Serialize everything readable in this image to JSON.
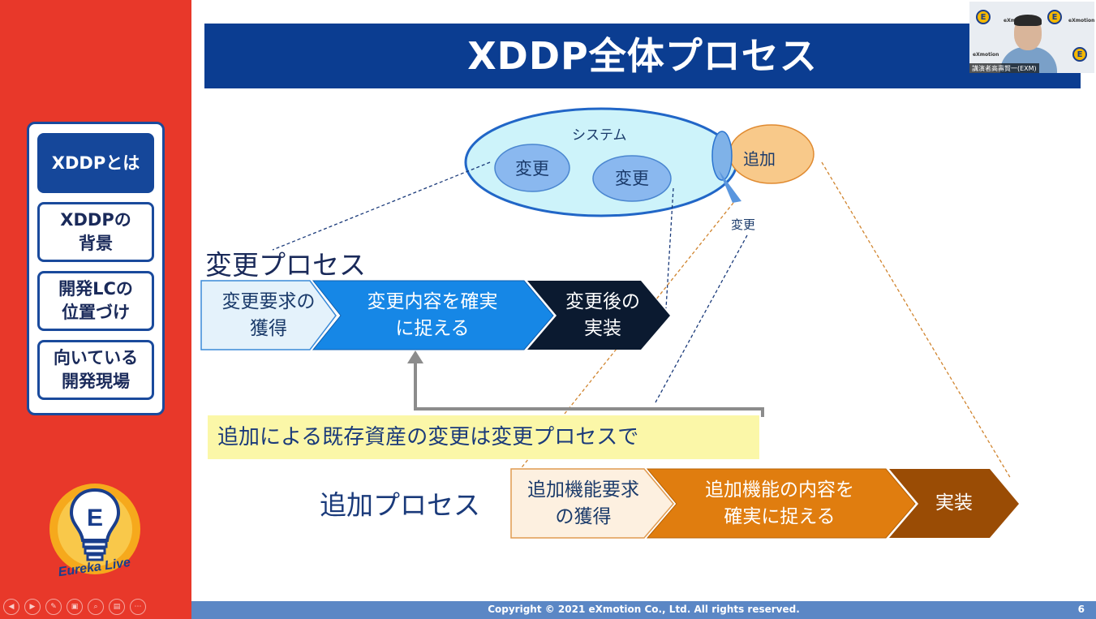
{
  "sidebar": {
    "items": [
      {
        "label": "XDDPとは",
        "active": true
      },
      {
        "label": "XDDPの\n背景",
        "active": false
      },
      {
        "label": "開発LCの\n位置づけ",
        "active": false
      },
      {
        "label": "向いている\n開発現場",
        "active": false
      }
    ],
    "logo_letter": "E",
    "logo_text": "Eureka Live",
    "controls": [
      "◀",
      "▶",
      "✎",
      "▣",
      "⌕",
      "▤",
      "⋯"
    ]
  },
  "slide": {
    "title": "XDDP全体プロセス",
    "system_label": "システム",
    "change_bubble_1": "変更",
    "change_bubble_2": "変更",
    "add_label": "追加",
    "change_small_label": "変更",
    "change_process_heading": "変更プロセス",
    "change_steps": [
      "変更要求の\n獲得",
      "変更内容を確実\nに捉える",
      "変更後の\n実装"
    ],
    "note": "追加による既存資産の変更は変更プロセスで",
    "add_process_heading": "追加プロセス",
    "add_steps": [
      "追加機能要求\nの獲得",
      "追加機能の内容を\n確実に捉える",
      "実装"
    ]
  },
  "video": {
    "speaker_label": "講演者高壽賢一(EXM)",
    "brand": "eXmotion"
  },
  "footer": {
    "copyright": "Copyright © 2021 eXmotion Co., Ltd. All rights reserved.",
    "page_number": "6"
  },
  "colors": {
    "sidebar_red": "#e8382a",
    "title_blue": "#0b3d91",
    "change_step_1": "#e4f2fb",
    "change_step_2": "#1687e6",
    "change_step_3": "#0b1a30",
    "add_step_1": "#fdf0e0",
    "add_step_2": "#e07d0f",
    "add_step_3": "#9a4c05",
    "note_yellow": "#fbf7a8"
  }
}
